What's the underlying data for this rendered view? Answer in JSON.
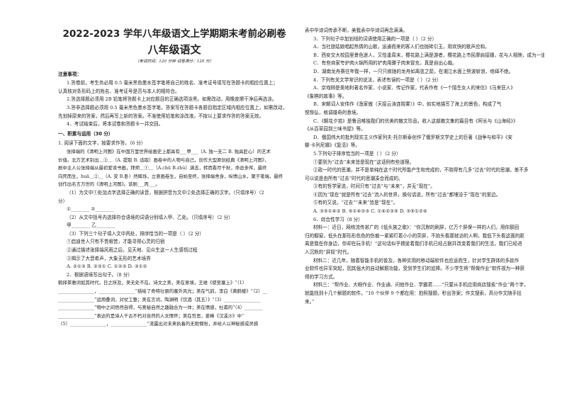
{
  "header": {
    "title": "2022-2023 学年八年级语文上学期期末考前必刷卷",
    "subtitle": "八年级语文",
    "meta": "（考试时间：120 分钟    试卷满分：120 分）"
  },
  "notes": {
    "heading": "注意事项：",
    "lines": [
      "1.答卷前，考生务必用 0.5 毫米黑色墨水签字笔将自己的姓名、准考证号填写在答题卡的相应位置上；",
      "认真核对条形码上的姓名、准考证号是否与本人的相符合。",
      "2.答选择题必须用 2B 铅笔将答题卡上对应题目的正确选项涂黑。如需改动，用橡皮擦干净后再选涂。",
      "3.答非选择题必须用 0.5 毫米黑色墨水签字笔，答案写在答题卡各题目指定区域内相应位置上，如需改动，",
      "先划掉原来的答案，然后再写上新的答案。不准使用铅笔和涂改液。不按以上要求作答的答案无效。",
      "4．考试结束后，将本试卷和答题卡一并交回。"
    ]
  },
  "section1": {
    "heading": "一、积累与运用（30 分）",
    "q1": "1. 阅读下面的文字，按要求作答。（6 分）",
    "passage": [
      "张择端的《清明上河图》在中国万里世界绘画史上都具有___甲___（A. 独一无二  B. 独具匠心）的艺术",
      "价值。北方艺术别出＿②＿（A. 提取  B. 选取）画卷中的人物与自己，创作大型原创经典《清明上河图》，",
      "剧中主人公张择端从最初爱读书画，拜师＿①＿（A.chū  B.zhù）满志，转而看尽千秋，命途多舛，最终",
      "向死而生，huā＿②＿（A. 安  B.卧）然辉烁，立意画卷生，自始至终，张择端舍身，纵情山水，聚于笔端，最终",
      "创作出名言万世的《清明上河图》。该剧___丙___。"
    ],
    "q1_1a": "（1）为文中①处加点字选择正确的读音，根据拼音为文中②处选择正确的汉字。（只填序号）（2",
    "q1_1b": "分）",
    "q1_1c": "①________        ②________",
    "q1_2": "（2）从文中括号内选择符合语境的词语分别填入甲、乙处。（只填序号）（2 分）",
    "q1_2b": "甲________                    乙________",
    "q1_3": "（3）下列三个句子填入文中丙处，排序恰当的一项是（       ）（2 分）",
    "q1_3_opts": [
      "①启迪世人只有不畏艰苦，才能寻得心灵的归宿",
      "②通过描述张择端风雨之后，见天地、见众生这一人生感悟过程",
      "③揭示了大音希声，大象无形的艺术境界"
    ],
    "q1_3_choices": "A. ②①③        B. ②③①        C. ①②③        D. ③①②",
    "q2": "2．根据语境写出句子。（8 分）",
    "q2_lines": [
      "  鹤择茶雅词如其时代，日之所及，美无处不在。诗文之美，美在意境，王维《使至塞上》“（1）",
      "________________，________________”描绘了奇特壮丽的塞外风光；美在气韵，李白《黄鹤楼》“（2）__",
      "________________”运用叠词，对仗工整；美在言词，陶渊明《饮酒（其五）》“（3）________________",
      "________________”物中之间悟然自得，与奥秘自然之趣融合为一体；美在情感，杜甫的“（4）________",
      "________________”表达的是诗人千古不朽对自然的人文情怀；美在哲思，姜棒《汉溪沙》中“",
      "（5）________________，________________”流露出对未来执着的无限惆怅，并给人以神秘感或灵感"
    ]
  },
  "right": {
    "cont": "表中华诗词传承不断，美我表中华诗词再念满满。",
    "q3": "3．下列句子中加划线的词语使用正确的一项是（       ）（2 分）",
    "q3_opts": [
      "A．当社旅姑娘唱起热情的山歌，运通而来的客人们也抛砖引玉，用欢快的歌声应和。",
      "B．西安交大校园里景色迷人，又恰逢周末，樱花路上满是游者，樱花路上市民摩肩接踵，花与人相映，成为一道美丽的风景线。",
      "C．有些商家夸炉肉火锅所用的铲肉用骡子肉来冒充，真是自出心裁。",
      "D．湖南龙舟赛往年我一样，一只只疾驰的龙舟如离弦之箭，在湘江水面上劈波斩浪，络绎不绝。"
    ],
    "q4": "4．下列有关文学常识的说法，表述有误的一项是（       ）（2 分）",
    "q4_opts": [
      "A．京戏柳是奥地利著名作家、小说家、传记作家，代表作有《一个陌生女人的来信》《马来狂人》",
      "《象棋的故事》等。",
      "B．宋朝词人安伟作《渔家傲（天接云涛连晓雾）》中，如实地描写了海上的景色，构成了气",
      "悦恢弘，格调雄奇的意境。",
      "C．《朝花夕拾》是鲁迅唯独我们的优美的散文珍品，收入这部散文集的篇目有《阿长与《山海经》》",
      "《从百草园到三味书屋》等。",
      "D．俄国伟大的批判现实主义作家列夫·托尔斯泰创作了俄罗斯文学史上的巨著《战争与和平》《安",
      "娜·卡列尼娜》《复活》等。"
    ],
    "q5": "5.下列句子排序恰当的一项是（       ）（2 分）",
    "q5_opts": [
      "①要到为“过去”未来皆是现在”这话例有些道理。",
      "②政一时代的思潮，并不是单纯在这个时代所能产生和完成的，不晓得有几多“过去”时代的思潮，差不多",
      "可以说是由所有“过去”时代的思潮凑合而成的。",
      "③有的哲学家说，时间只有“过去”与“未来”，并无“现在”。",
      "④因为“现在”就是所有“过去”流入的世界，换句话说，所有“过去”都埋没于“现在”的里边。",
      "⑤有的又说，“过去”“未来”皆是“现在”。"
    ],
    "q5_choices": "A. ③⑤①④②              B. ⑤①④②③              C. ①④②③⑤              D. ③⑤①②④",
    "q6": "6．综合性学习（8 分）",
    "q6_lines": [
      "材料一：近日，网络流传甚广的《低头族之歌》：“你沉默的刷屏，亿万个屏保一样的人们，用你那回",
      "归的橱窗，低头在那形形色色的伤痕一紧紧盯着小小的荧屏，不抬头看那就访的人啊，我低下头看这面的距",
      "离是我在你身边，你却在玩手机！”这句话似乎拥爱着我们手机已经占据并改变着我们的生活，我们已经进",
      "入沉默的“屏奴”时代。",
      "材料二：近几年，随着智能手机的普及，各种实用的移动端软件也应运而生，针对学生群体的多款作",
      "业软件也异军突起，因其强大的自动解题功能，受到学生们的追捧。不少学生将“帮做作业”软件视为一种获",
      "得的学习方式。",
      "材料三：“帮作业、大眼作业、作业通、问他作业、学霸君……”只要从手机应用商店搜索“作业”两个字，",
      "就能找到十几个解题的软件。“10 个伙伴 9 个都在用：拍照搜题，秒出答案；作文搜索，高分作文随手拈",
      "来。”"
    ]
  }
}
